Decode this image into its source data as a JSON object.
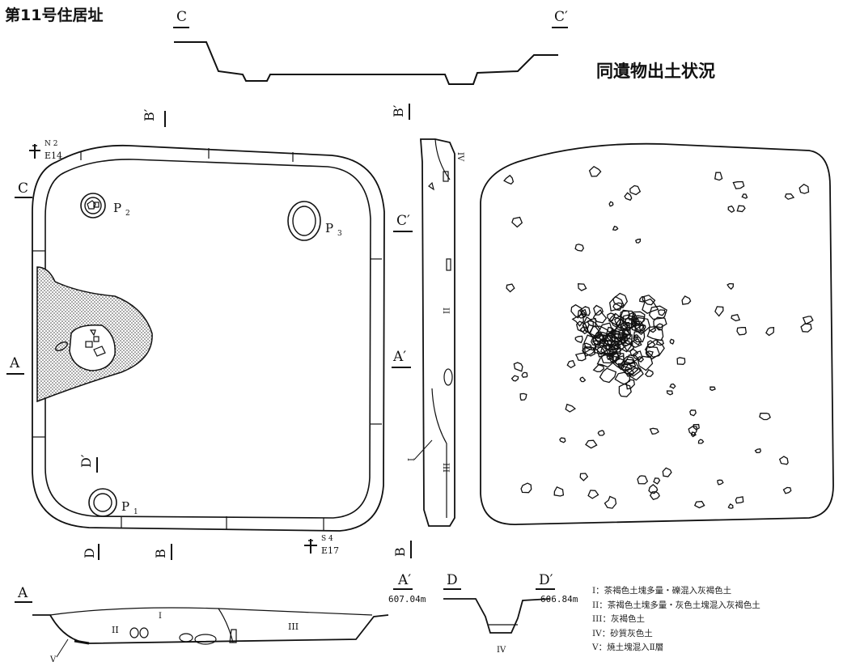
{
  "title": "第11号住居址",
  "subtitle": "同遺物出土状況",
  "section_labels": {
    "A": "A",
    "A_prime": "A′",
    "B_prime": "B′",
    "B": "B",
    "C": "C",
    "C_prime": "C′",
    "D": "D",
    "D_prime": "D′"
  },
  "pits": {
    "P1": "P",
    "P1_sub": "1",
    "P2": "P",
    "P2_sub": "2",
    "P3": "P",
    "P3_sub": "3"
  },
  "grid_points": {
    "north": {
      "top": "N 2",
      "bottom": "E14"
    },
    "south": {
      "top": "S 4",
      "bottom": "E17"
    }
  },
  "elevations": {
    "A": "607.04m",
    "D": "606.84m"
  },
  "layers": {
    "I": "I",
    "II": "II",
    "III": "III",
    "IV": "IV",
    "V": "V"
  },
  "legend": [
    "I：茶褐色土塊多量・礫混入灰褐色土",
    "II：茶褐色土塊多量・灰色土塊混入灰褐色土",
    "III：灰褐色土",
    "IV：砂質灰色土",
    "V：焼土塊混入Ⅱ層"
  ]
}
